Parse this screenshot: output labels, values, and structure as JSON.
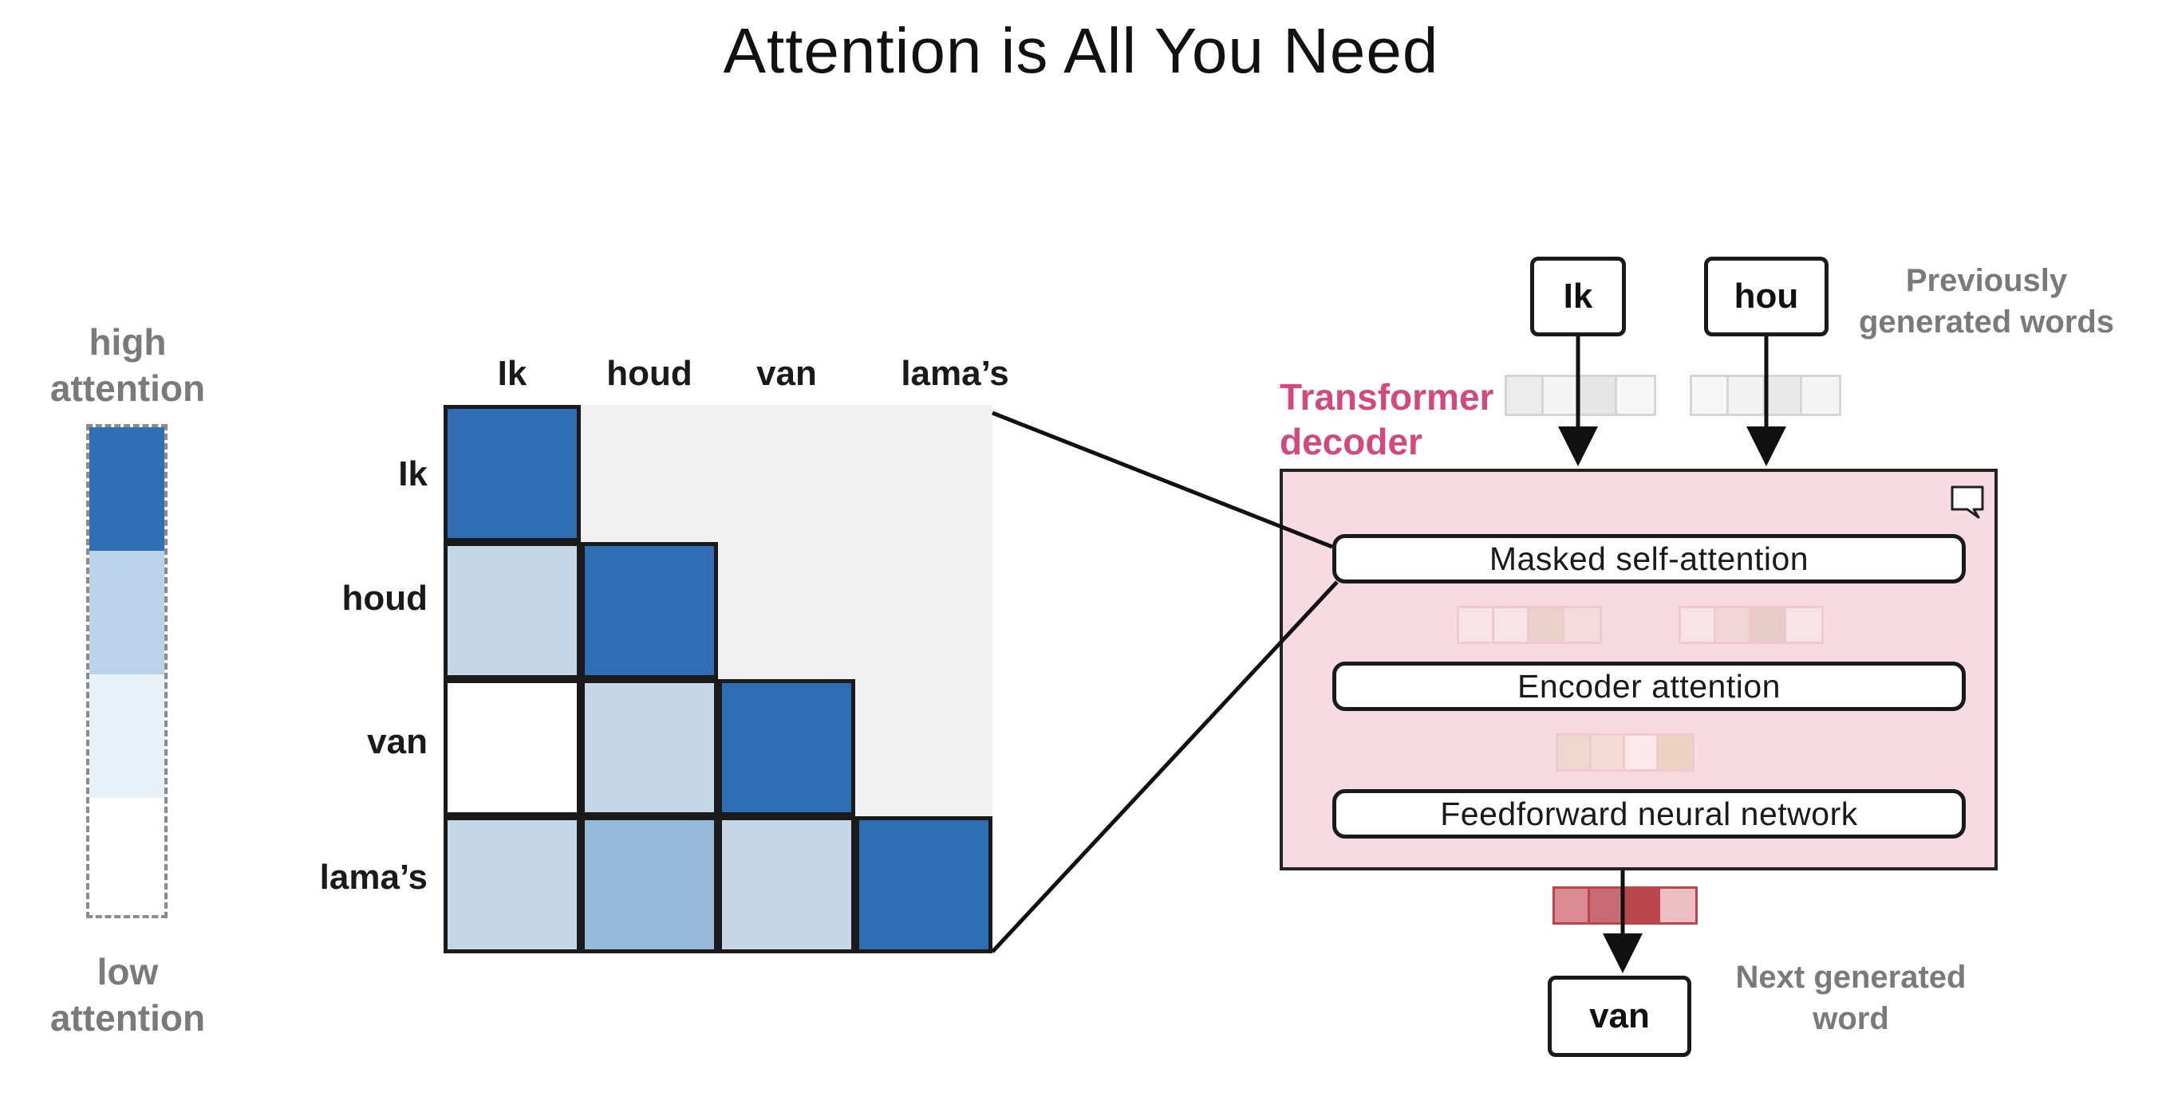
{
  "title": "Attention is All You Need",
  "scale": {
    "high_label_line1": "high",
    "high_label_line2": "attention",
    "low_label_line1": "low",
    "low_label_line2": "attention",
    "levels": [
      "#2f6eb5",
      "#bcd2e8",
      "#e8f0f8",
      "#ffffff"
    ]
  },
  "matrix": {
    "columns": [
      "Ik",
      "houd",
      "van",
      "lama’s"
    ],
    "rows": [
      "Ik",
      "houd",
      "van",
      "lama’s"
    ],
    "masked_color": "#f0f0f0",
    "cells": [
      [
        "#2f6eb5",
        null,
        null,
        null
      ],
      [
        "#c5d7e7",
        "#2f6eb5",
        null,
        null
      ],
      [
        "#ffffff",
        "#c5d7e7",
        "#2f6eb5",
        null
      ],
      [
        "#c5d7e7",
        "#97bad9",
        "#c5d7e7",
        "#2f6eb5"
      ]
    ]
  },
  "decoder": {
    "label_line1": "Transformer",
    "label_line2": "decoder",
    "label_color": "#d14a7f",
    "panel_color": "#f6dbe2",
    "layers": [
      "Masked self-attention",
      "Encoder attention",
      "Feedforward neural network"
    ]
  },
  "inputs": {
    "words": [
      "Ik",
      "hou"
    ],
    "note_line1": "Previously",
    "note_line2": "generated words"
  },
  "output": {
    "word": "van",
    "note_line1": "Next generated",
    "note_line2": "word",
    "vector_colors": [
      "#d98a92",
      "#c96b73",
      "#b9464d",
      "#ebbfc4"
    ]
  },
  "icons": [
    "comment-icon"
  ]
}
